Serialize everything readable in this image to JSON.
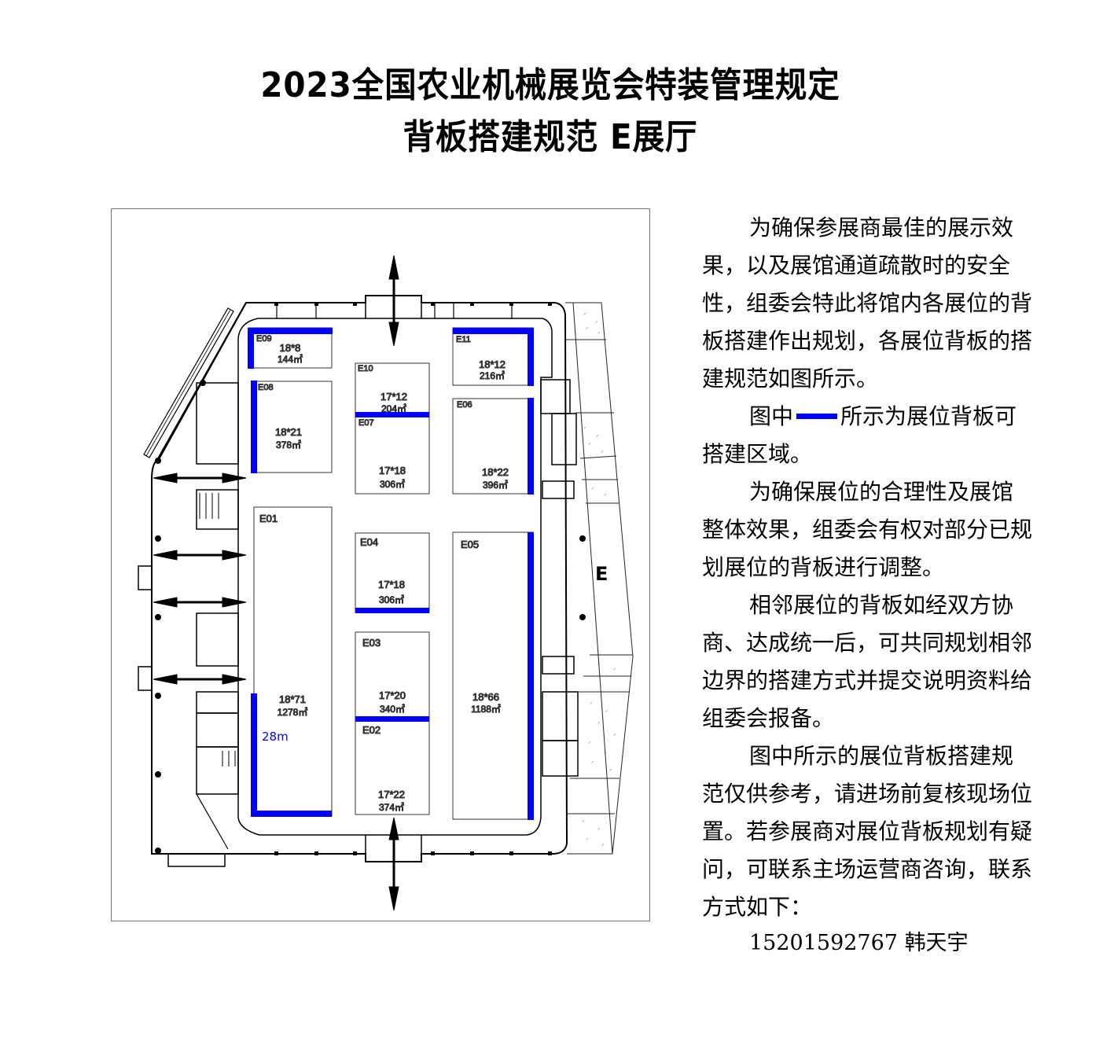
{
  "header": {
    "title_line1": "2023全国农业机械展览会特装管理规定",
    "title_line2": "背板搭建规范 E展厅"
  },
  "colors": {
    "backboard": "#0000ff",
    "line": "#000000",
    "frame": "#777777"
  },
  "floor_plan": {
    "hall_label": "E",
    "dimension_label": "28m",
    "booths": [
      {
        "id": "E09",
        "dims": "18*8",
        "area": "144㎡"
      },
      {
        "id": "E08",
        "dims": "18*21",
        "area": "378㎡"
      },
      {
        "id": "E10",
        "dims": "17*12",
        "area": "204㎡"
      },
      {
        "id": "E07",
        "dims": "17*18",
        "area": "306㎡"
      },
      {
        "id": "E11",
        "dims": "18*12",
        "area": "216㎡"
      },
      {
        "id": "E06",
        "dims": "18*22",
        "area": "396㎡"
      },
      {
        "id": "E01",
        "dims": "18*71",
        "area": "1278㎡"
      },
      {
        "id": "E04",
        "dims": "17*18",
        "area": "306㎡"
      },
      {
        "id": "E03",
        "dims": "17*20",
        "area": "340㎡"
      },
      {
        "id": "E02",
        "dims": "17*22",
        "area": "374㎡"
      },
      {
        "id": "E05",
        "dims": "18*66",
        "area": "1188㎡"
      }
    ]
  },
  "notes": {
    "p1": "为确保参展商最佳的展示效果，以及展馆通道疏散时的安全性，组委会特此将馆内各展位的背板搭建作出规划，各展位背板的搭建规范如图所示。",
    "legend_prefix": "图中",
    "legend_suffix": "所示为展位背板可搭建区域。",
    "p2": "为确保展位的合理性及展馆整体效果，组委会有权对部分已规划展位的背板进行调整。",
    "p3": "相邻展位的背板如经双方协商、达成统一后，可共同规划相邻边界的搭建方式并提交说明资料给组委会报备。",
    "p4": "图中所示的展位背板搭建规范仅供参考，请进场前复核现场位置。若参展商对展位背板规划有疑问，可联系主场运营商咨询，联系方式如下：",
    "contact_phone": "15201592767",
    "contact_name": "韩天宇"
  }
}
